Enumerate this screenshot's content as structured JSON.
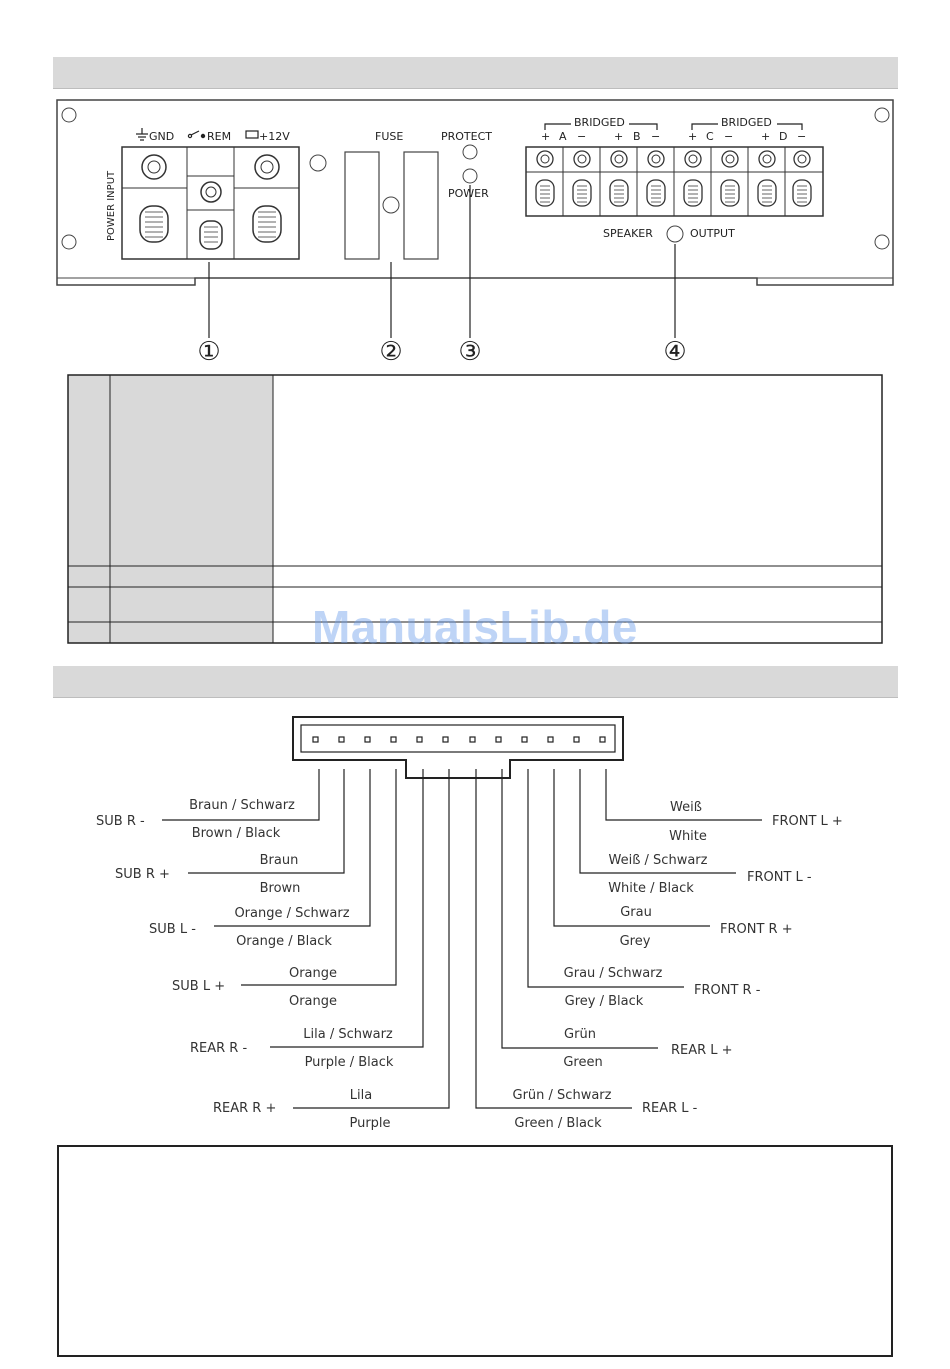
{
  "panel": {
    "gnd_label": "GND",
    "rem_label": "REM",
    "v12_label": "+12V",
    "power_input_label": "POWER INPUT",
    "fuse_label": "FUSE",
    "protect_label": "PROTECT",
    "power_label": "POWER",
    "bridged_left": "BRIDGED",
    "bridged_right": "BRIDGED",
    "channel_signs": [
      "+",
      "A",
      "−",
      "+",
      "B",
      "−",
      "+",
      "C",
      "−",
      "+",
      "D",
      "−"
    ],
    "speaker_label": "SPEAKER",
    "output_label": "OUTPUT",
    "callouts": [
      "①",
      "②",
      "③",
      "④"
    ]
  },
  "wiring": {
    "left": [
      {
        "signal": "SUB R -",
        "de": "Braun / Schwarz",
        "en": "Brown / Black"
      },
      {
        "signal": "SUB R +",
        "de": "Braun",
        "en": "Brown"
      },
      {
        "signal": "SUB L -",
        "de": "Orange / Schwarz",
        "en": "Orange / Black"
      },
      {
        "signal": "SUB L +",
        "de": "Orange",
        "en": "Orange"
      },
      {
        "signal": "REAR R -",
        "de": "Lila / Schwarz",
        "en": "Purple / Black"
      },
      {
        "signal": "REAR R +",
        "de": "Lila",
        "en": "Purple"
      }
    ],
    "right": [
      {
        "signal": "FRONT L +",
        "de": "Weiß",
        "en": "White"
      },
      {
        "signal": "FRONT L -",
        "de": "Weiß / Schwarz",
        "en": "White / Black"
      },
      {
        "signal": "FRONT R +",
        "de": "Grau",
        "en": "Grey"
      },
      {
        "signal": "FRONT R -",
        "de": "Grau / Schwarz",
        "en": "Grey / Black"
      },
      {
        "signal": "REAR L +",
        "de": "Grün",
        "en": "Green"
      },
      {
        "signal": "REAR L -",
        "de": "Grün / Schwarz",
        "en": "Green / Black"
      }
    ]
  },
  "watermark": "ManualsLib.de",
  "colors": {
    "header_bar": "#d9d9d9",
    "table_shade": "#d9d9d9",
    "watermark": "#6ea0eb"
  }
}
